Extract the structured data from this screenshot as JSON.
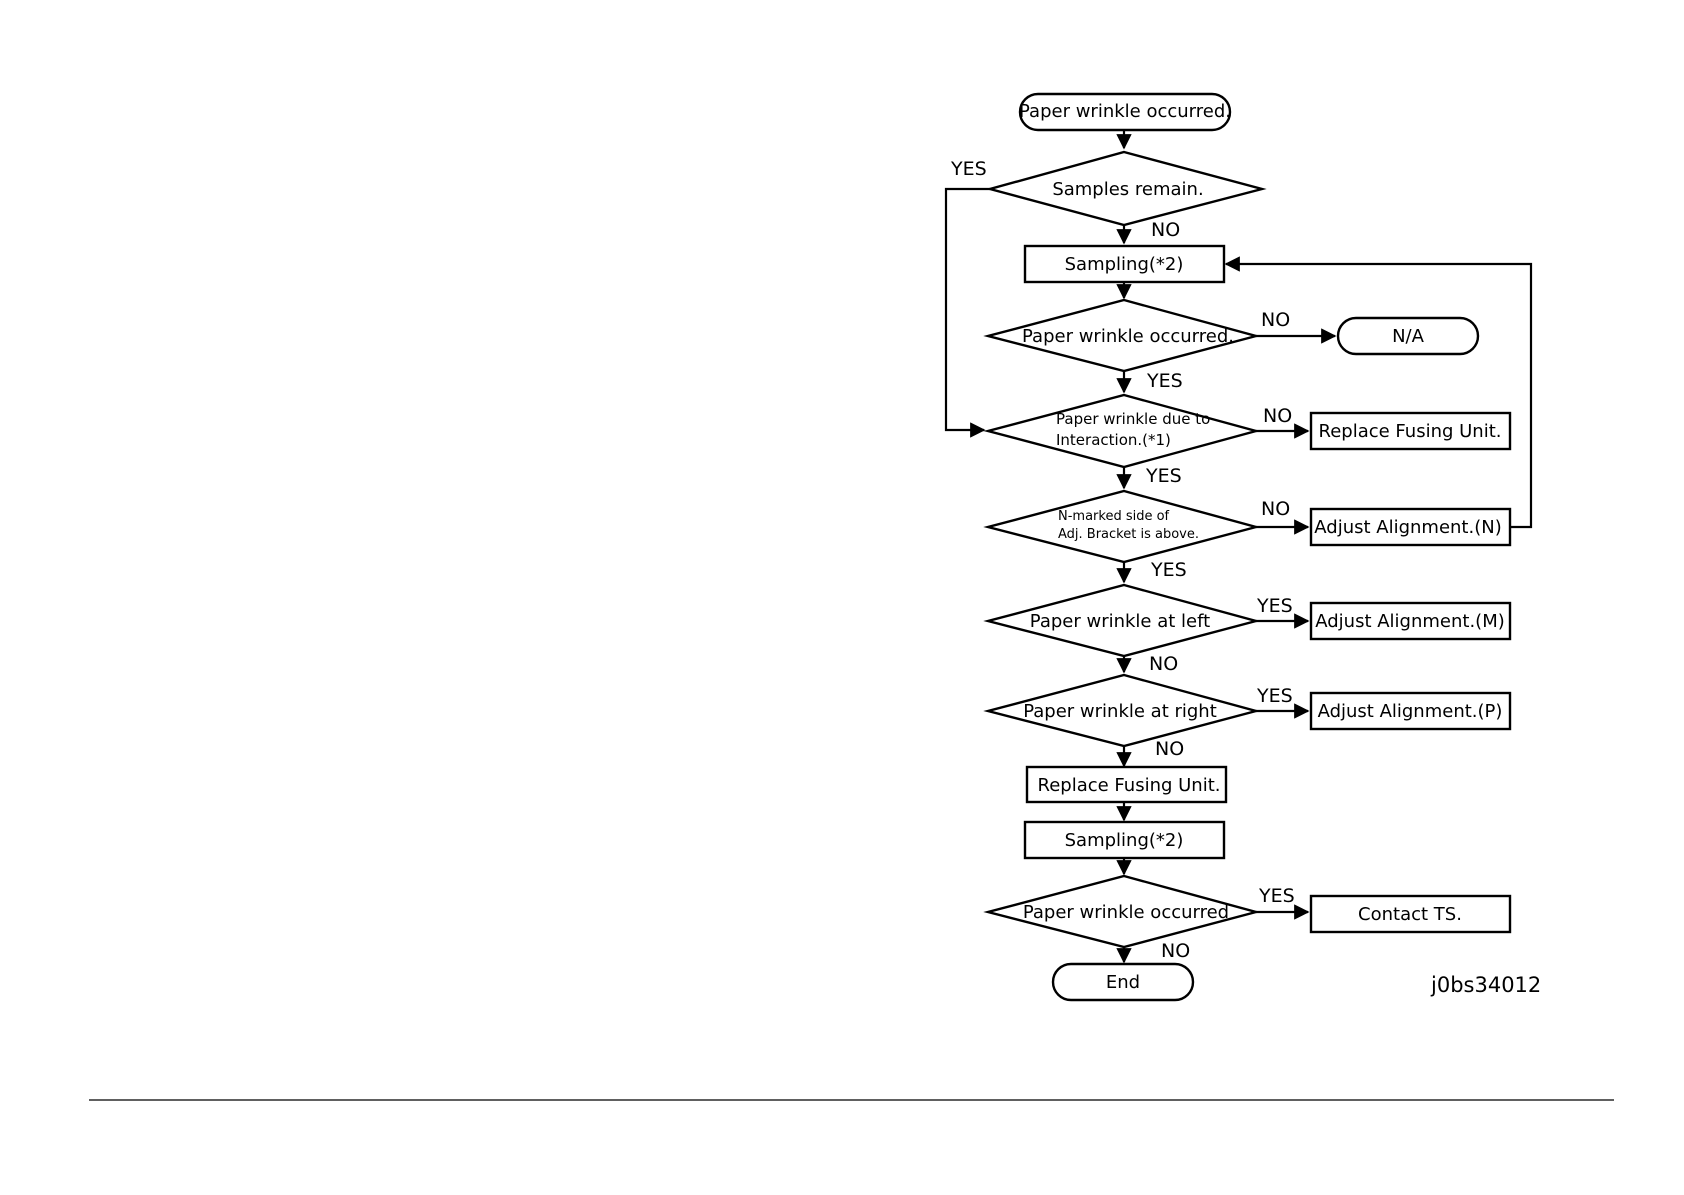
{
  "flowchart": {
    "start": "Paper wrinkle occurred.",
    "decision_samples_remain": "Samples remain.",
    "sampling_1": "Sampling(*2)",
    "decision_wrinkle_1": "Paper wrinkle occurred.",
    "na": "N/A",
    "decision_interaction_line1": "Paper wrinkle due to",
    "decision_interaction_line2": "Interaction.(*1)",
    "replace_fusing_1": "Replace Fusing Unit.",
    "decision_nmarked_line1": "N-marked side of",
    "decision_nmarked_line2": "Adj. Bracket is above.",
    "adjust_n": "Adjust Alignment.(N)",
    "decision_left": "Paper wrinkle at left",
    "adjust_m": "Adjust Alignment.(M)",
    "decision_right": "Paper wrinkle at right",
    "adjust_p": "Adjust Alignment.(P)",
    "replace_fusing_2": "Replace Fusing Unit.",
    "sampling_2": "Sampling(*2)",
    "decision_wrinkle_2": "Paper wrinkle occurred",
    "contact_ts": "Contact TS.",
    "end": "End"
  },
  "branch_labels": {
    "samples_yes": "YES",
    "samples_no": "NO",
    "wrinkle1_no": "NO",
    "wrinkle1_yes": "YES",
    "interaction_no": "NO",
    "interaction_yes": "YES",
    "nmarked_no": "NO",
    "nmarked_yes": "YES",
    "left_yes": "YES",
    "left_no": "NO",
    "right_yes": "YES",
    "right_no": "NO",
    "wrinkle2_yes": "YES",
    "wrinkle2_no": "NO"
  },
  "figure_id": "j0bs34012"
}
